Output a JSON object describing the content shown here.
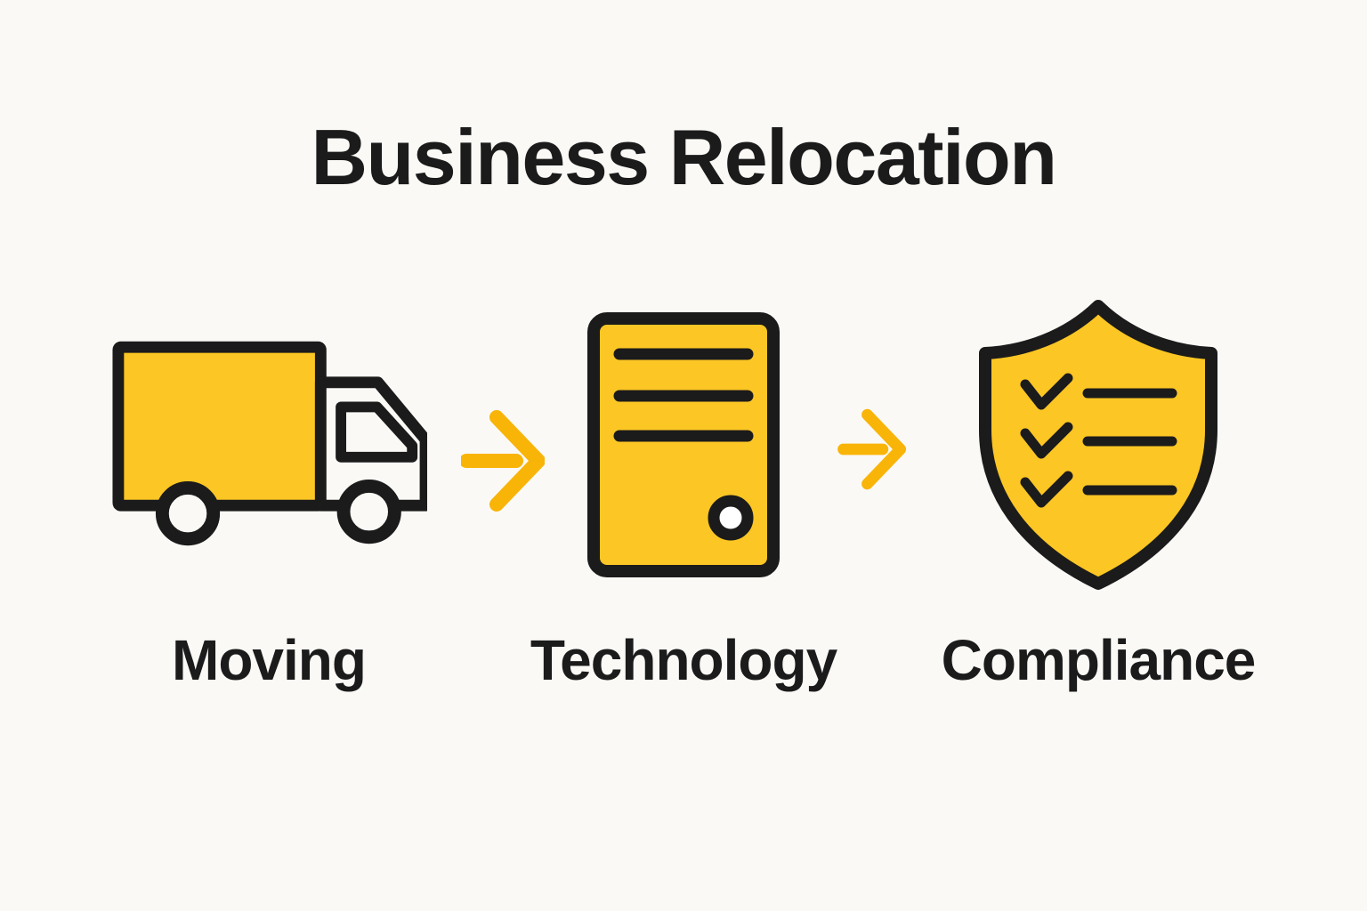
{
  "title": "Business Relocation",
  "colors": {
    "background": "#FAF9F6",
    "accent_yellow": "#FCC624",
    "arrow_gold": "#F9B408",
    "ink": "#1B1B1B"
  },
  "steps": [
    {
      "label": "Moving",
      "icon": "truck-icon"
    },
    {
      "label": "Technology",
      "icon": "server-icon"
    },
    {
      "label": "Compliance",
      "icon": "shield-checklist-icon"
    }
  ],
  "arrows": {
    "icon": "right-arrow-icon"
  }
}
